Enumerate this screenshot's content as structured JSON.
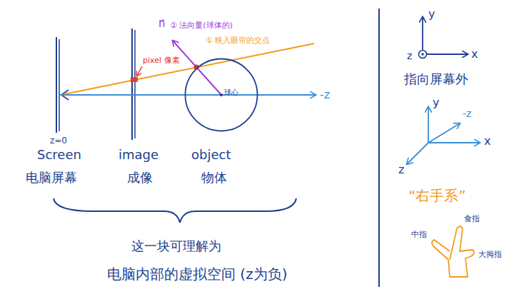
{
  "diagram": {
    "nodes": [
      {
        "text": [
          "球心"
        ]
      }
    ],
    "labels": [
      "n⃗",
      "② 法向量(球体的)",
      "① 映入眼帘的交点",
      "pixel 像素",
      "-z",
      "z=0",
      "Screen",
      "image",
      "object",
      "电脑屏幕",
      "成像",
      "物体",
      "这一块可理解为",
      "电脑内部的虚拟空间 (z为负)",
      "y",
      "x",
      "z",
      "指向屏幕外",
      "y",
      "-z",
      "x",
      "z",
      "“右手系”",
      "中指",
      "食指",
      "大拇指"
    ]
  }
}
